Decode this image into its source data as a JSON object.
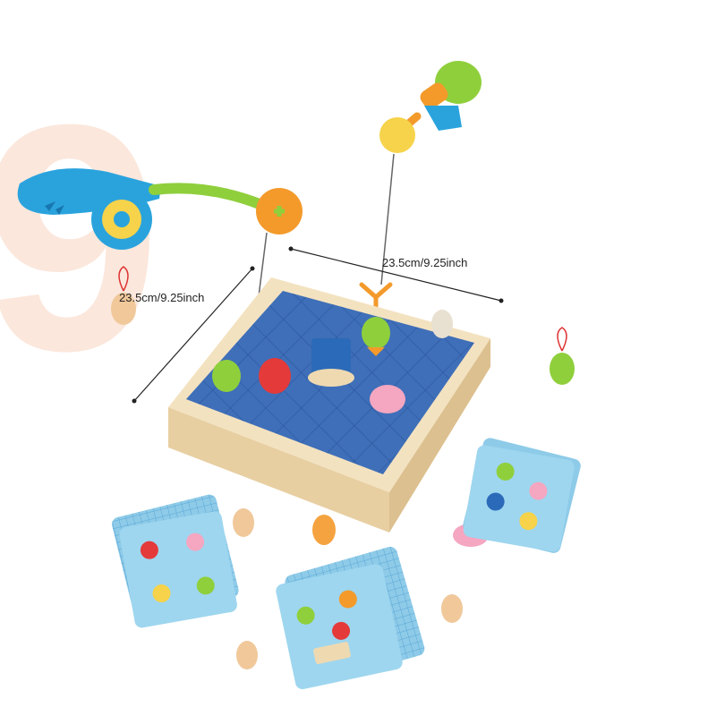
{
  "photo": {
    "dimension_top": "23.5cm/9.25inch",
    "dimension_left": "23.5cm/9.25inch",
    "background_digit": "9"
  },
  "colors": {
    "board_blue": "#3f6fb8",
    "wood": "#efd9b1",
    "card_blue": "#8ecbe8",
    "rod_blue": "#2aa3dd",
    "rod_green": "#8fcf3c",
    "accent_orange": "#f39a2b",
    "digit_peach": "#fbe7dc"
  }
}
